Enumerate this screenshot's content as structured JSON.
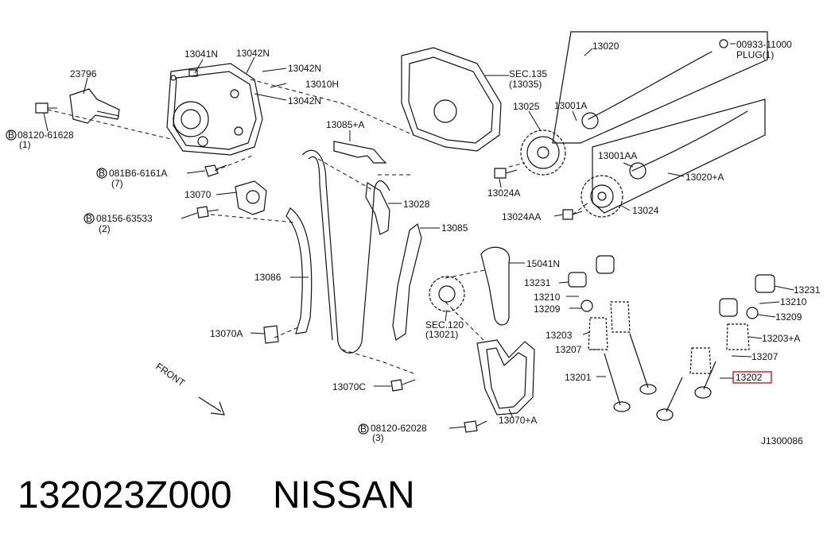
{
  "callouts": {
    "c23796": "23796",
    "c13041N": "13041N",
    "c13042N_a": "13042N",
    "c13042N_b": "13042N",
    "c13042N_c": "13042N",
    "c13010H": "13010H",
    "c08120_61628": "08120-61628",
    "c08120_61628_qty": "(1)",
    "c081B6": "081B6-6161A",
    "c081B6_qty": "(7)",
    "c13070": "13070",
    "c08156": "08156-63533",
    "c08156_qty": "(2)",
    "c13086": "13086",
    "c13070A": "13070A",
    "c13085A": "13085+A",
    "c13028": "13028",
    "c13085": "13085",
    "c13070C": "13070C",
    "c08120_62028": "08120-62028",
    "c08120_62028_qty": "(3)",
    "c13070plusA": "13070+A",
    "sec135_line1": "SEC.135",
    "sec135_line2": "(13035)",
    "c13025": "13025",
    "c13024A": "13024A",
    "c13024AA": "13024AA",
    "c13024": "13024",
    "sec120_line1": "SEC.120",
    "sec120_line2": "(13021)",
    "c15041N": "15041N",
    "c13020": "13020",
    "c00933": "00933-11000",
    "plug": "PLUG(1)",
    "c13001A": "13001A",
    "c13001AA": "13001AA",
    "c13020A": "13020+A",
    "c13231_a": "13231",
    "c13210_a": "13210",
    "c13209_a": "13209",
    "c13203_a": "13203",
    "c13207_a": "13207",
    "c13201": "13201",
    "c13231_b": "13231",
    "c13210_b": "13210",
    "c13209_b": "13209",
    "c13203A": "13203+A",
    "c13207_b": "13207",
    "c13202": "13202",
    "front": "FRONT",
    "diagram_id": "J1300086"
  },
  "bolt_marker": "B",
  "highlight_color": "#e0202a",
  "caption": {
    "part_number": "132023Z000",
    "brand": "NISSAN"
  }
}
